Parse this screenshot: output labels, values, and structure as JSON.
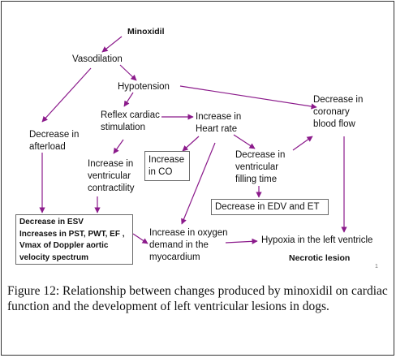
{
  "nodes": {
    "minoxidil": "Minoxidil",
    "vasodilation": "Vasodilation",
    "hypotension": "Hypotension",
    "reflex_stimulation": "Reflex cardiac\nstimulation",
    "heart_rate": "Increase in\nHeart rate",
    "coronary_flow": "Decrease in\ncoronary\nblood flow",
    "afterload": "Decrease in\nafterload",
    "contractility": "Increase in\nventricular\ncontractility",
    "cardiac_output": "Increase\nin CO",
    "filling_time": "Decrease in\nventricular\nfilling time",
    "edv_et": "Decrease in EDV and ET",
    "esv_box": "Decrease in ESV\nIncreases in PST, PWT,  EF ,\nVmax  of Doppler  aortic\nvelocity spectrum",
    "oxygen_demand": "Increase in oxygen\ndemand in the\nmyocardium",
    "hypoxia": "Hypoxia in the left ventricle",
    "necrotic": "Necrotic lesion"
  },
  "page_marker": "1",
  "caption": {
    "label": "Figure 12:",
    "text": "Relationship between changes produced by minoxidil on cardiac function and the development of left ventricular lesions in dogs."
  },
  "colors": {
    "arrow": "#8b1a8b",
    "box_border": "#6a6a6a",
    "frame": "#333333"
  }
}
